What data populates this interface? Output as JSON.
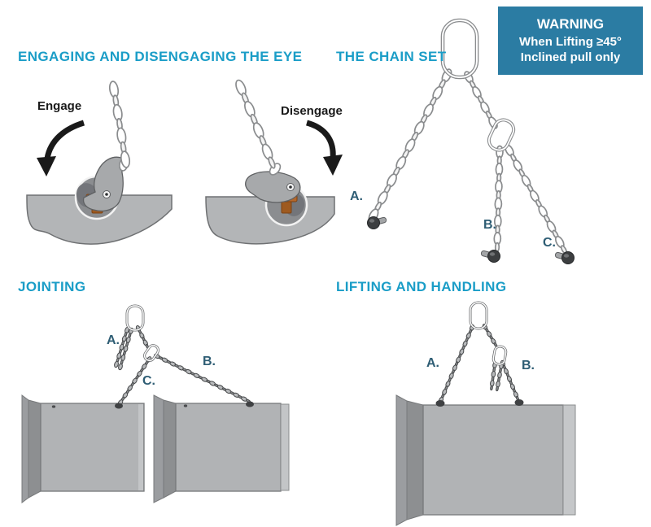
{
  "sections": {
    "engaging": {
      "title": "ENGAGING AND DISENGAGING THE EYE",
      "engage_label": "Engage",
      "disengage_label": "Disengage"
    },
    "chain_set": {
      "title": "THE CHAIN SET",
      "labels": {
        "a": "A.",
        "b": "B.",
        "c": "C."
      }
    },
    "jointing": {
      "title": "JOINTING",
      "labels": {
        "a": "A.",
        "b": "B.",
        "c": "C."
      }
    },
    "lifting": {
      "title": "LIFTING AND HANDLING",
      "labels": {
        "a": "A.",
        "b": "B."
      }
    }
  },
  "warning": {
    "title": "WARNING",
    "line2": "When Lifting ≥45°",
    "line3": "Inclined pull only"
  },
  "colors": {
    "heading": "#1a9dc7",
    "warning_bg": "#2b7ca3",
    "warning_text": "#ffffff",
    "leg_label": "#2e5d74",
    "arrow": "#1a1a1a",
    "anchor_pin": "#b4662a",
    "concrete": "#b3b5b7",
    "pipe_body": "#b1b3b5",
    "chain_outline": "#8a8c8e"
  }
}
